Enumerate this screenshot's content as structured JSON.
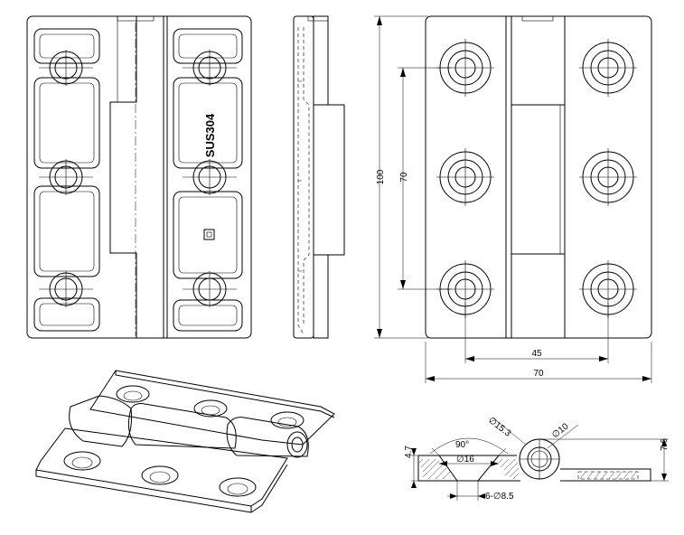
{
  "views": {
    "front": {
      "material_marking": "SUS304"
    },
    "top_dimensions": {
      "overall_height": "100",
      "hole_spacing_vertical": "70",
      "hole_spacing_horizontal": "45",
      "overall_width": "70"
    },
    "section_dimensions": {
      "thickness": "4.7",
      "countersink_angle": "90°",
      "countersink_diameter": "∅16",
      "holes": "6-∅8.5",
      "knuckle_outer": "∅15.3",
      "pin_diameter": "∅10",
      "knuckle_height": "7.6"
    }
  }
}
